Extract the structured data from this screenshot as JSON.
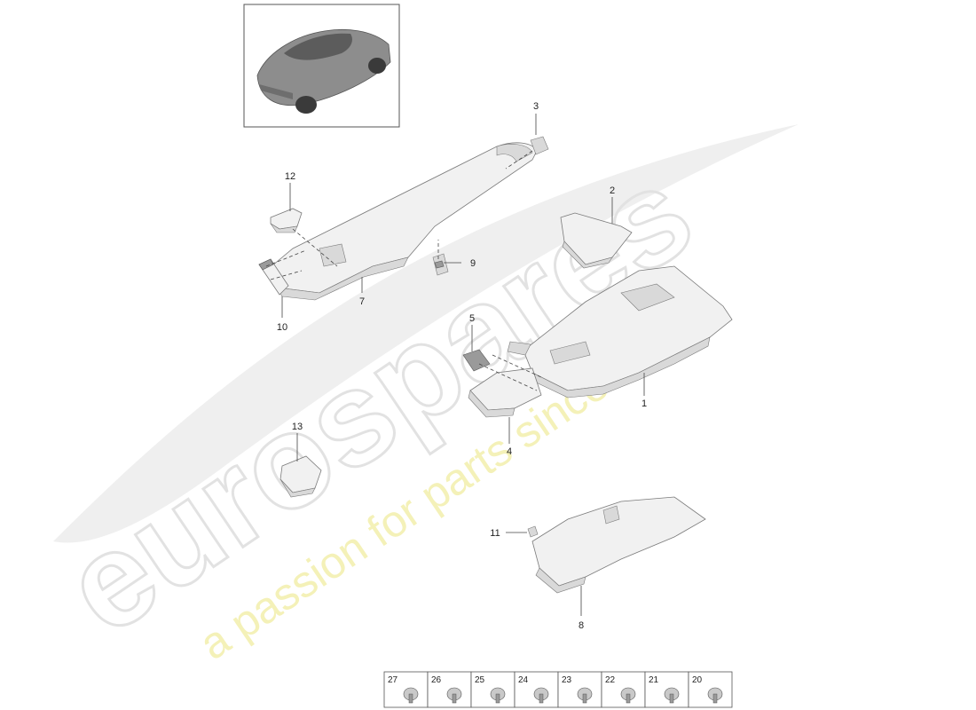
{
  "watermark": {
    "brand": "eurospares",
    "tagline": "a passion for parts since 1985"
  },
  "callouts": [
    {
      "id": "1",
      "label": "1"
    },
    {
      "id": "2",
      "label": "2"
    },
    {
      "id": "3",
      "label": "3"
    },
    {
      "id": "4",
      "label": "4"
    },
    {
      "id": "5",
      "label": "5"
    },
    {
      "id": "7",
      "label": "7"
    },
    {
      "id": "8",
      "label": "8"
    },
    {
      "id": "9",
      "label": "9"
    },
    {
      "id": "10",
      "label": "10"
    },
    {
      "id": "11",
      "label": "11"
    },
    {
      "id": "12",
      "label": "12"
    },
    {
      "id": "13",
      "label": "13"
    }
  ],
  "fastener_strip": [
    "27",
    "26",
    "25",
    "24",
    "23",
    "22",
    "21",
    "20"
  ],
  "colors": {
    "watermark_grey": "#e6e6e6",
    "watermark_yellow": "#f3f0b0",
    "line": "#444444"
  }
}
